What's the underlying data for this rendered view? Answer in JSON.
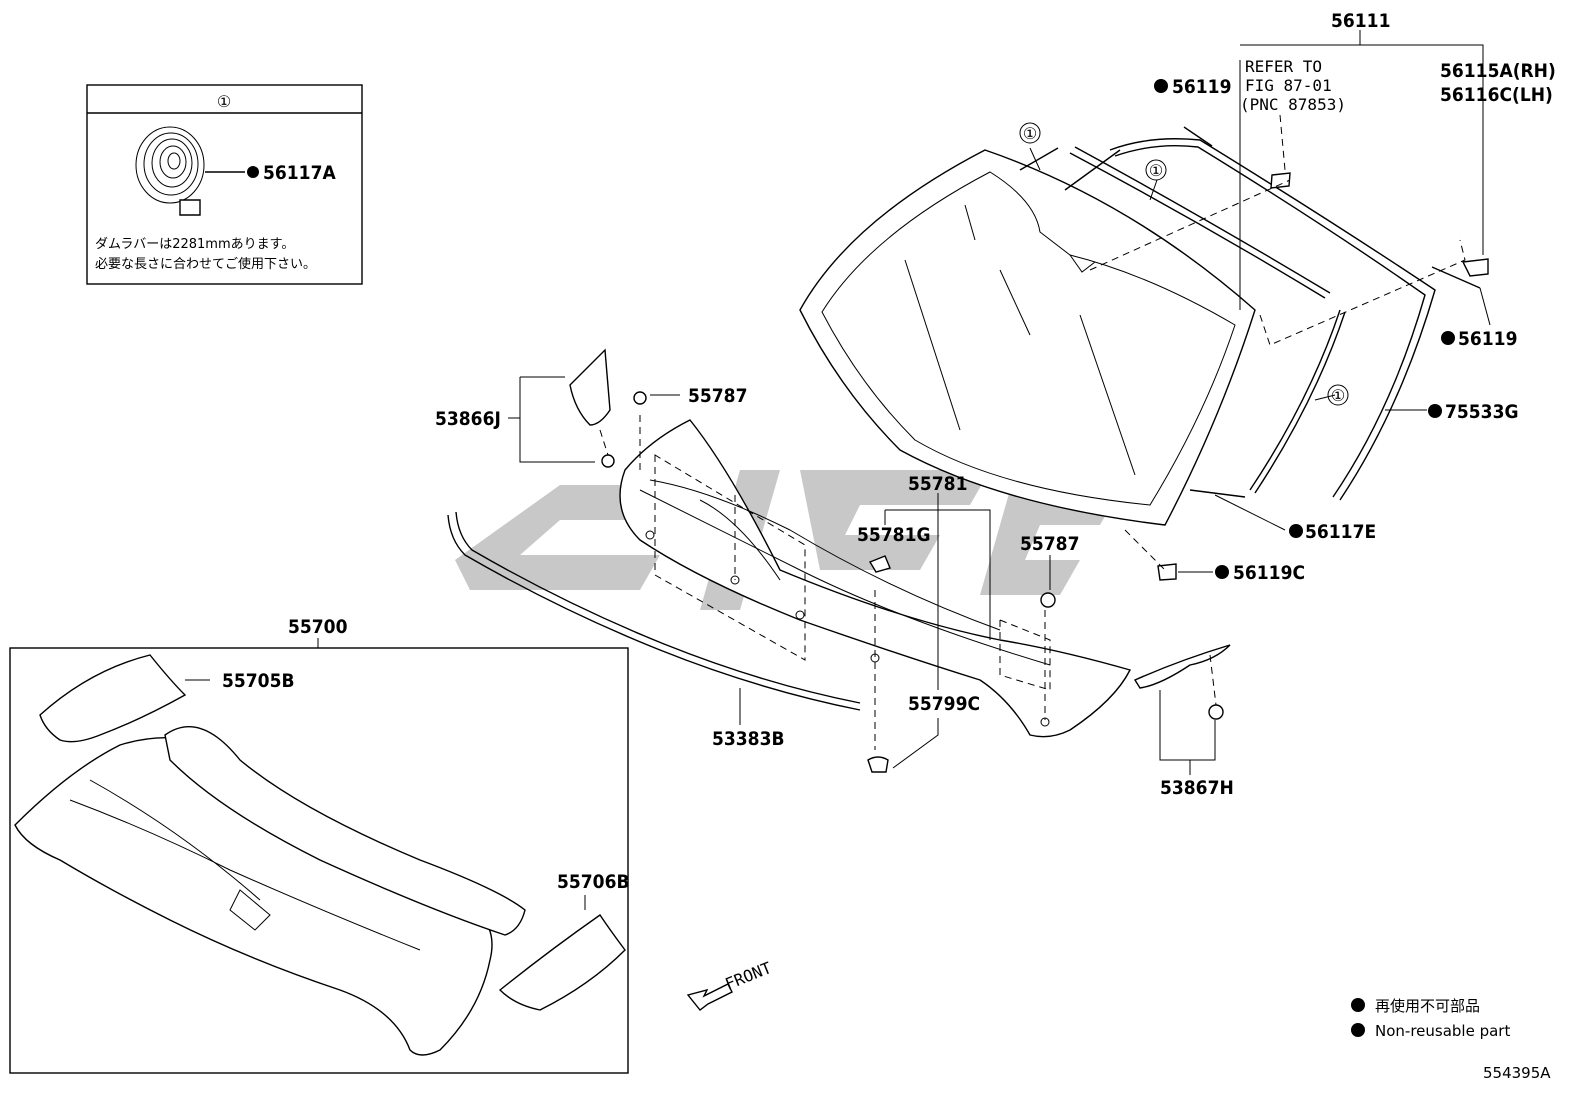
{
  "inset": {
    "header": "①",
    "part_no": "56117A",
    "note_line1": "ダムラバーは2281mmあります。",
    "note_line2": "必要な長さに合わせてご使用下さい。"
  },
  "labels": {
    "p56111": "56111",
    "refer_line1": "REFER TO",
    "refer_line2": "FIG 87-01",
    "refer_line3": "(PNC 87853)",
    "p56115a": "56115A(RH)",
    "p56116c": "56116C(LH)",
    "p56119_top": "56119",
    "p56119_right": "56119",
    "p75533g": "75533G",
    "p56117e": "56117E",
    "p56119c": "56119C",
    "p55787_a": "55787",
    "p55787_b": "55787",
    "p53866j": "53866J",
    "p55781": "55781",
    "p55781g": "55781G",
    "p55799c": "55799C",
    "p53383b": "53383B",
    "p53867h": "53867H",
    "p55700": "55700",
    "p55705b": "55705B",
    "p55706b": "55706B",
    "circle1": "①",
    "front": "FRONT"
  },
  "legend": {
    "jp": "再使用不可部品",
    "en": "Non-reusable part"
  },
  "figure_id": "554395A",
  "colors": {
    "ink": "#000000",
    "watermark": "#9a9a9a"
  }
}
